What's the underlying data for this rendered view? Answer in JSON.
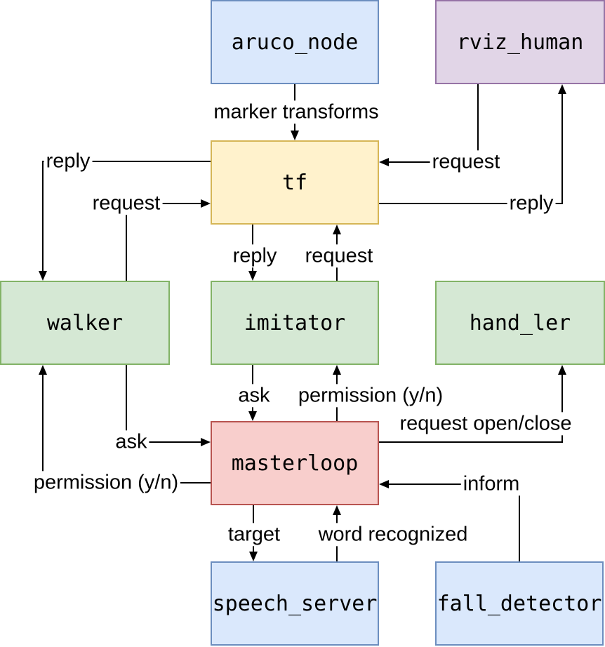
{
  "diagram": {
    "type": "node-communication-diagram",
    "nodes": {
      "aruco_node": {
        "label": "aruco_node",
        "fill": "#dae8fc",
        "stroke": "#6c8ebf"
      },
      "rviz_human": {
        "label": "rviz_human",
        "fill": "#e1d5e7",
        "stroke": "#9673a6"
      },
      "tf": {
        "label": "tf",
        "fill": "#fff2cc",
        "stroke": "#d6b656"
      },
      "walker": {
        "label": "walker",
        "fill": "#d5e8d4",
        "stroke": "#82b366"
      },
      "imitator": {
        "label": "imitator",
        "fill": "#d5e8d4",
        "stroke": "#82b366"
      },
      "hand_ler": {
        "label": "hand_ler",
        "fill": "#d5e8d4",
        "stroke": "#82b366"
      },
      "masterloop": {
        "label": "masterloop",
        "fill": "#f8cecc",
        "stroke": "#b85450"
      },
      "speech_server": {
        "label": "speech_server",
        "fill": "#dae8fc",
        "stroke": "#6c8ebf"
      },
      "fall_detector": {
        "label": "fall_detector",
        "fill": "#dae8fc",
        "stroke": "#6c8ebf"
      }
    },
    "edges": {
      "marker_transforms": {
        "label": "marker transforms",
        "from": "aruco_node",
        "to": "tf"
      },
      "rviz_request": {
        "label": "request",
        "from": "rviz_human",
        "to": "tf"
      },
      "tf_walker_reply": {
        "label": "reply",
        "from": "tf",
        "to": "walker"
      },
      "walker_request": {
        "label": "request",
        "from": "walker",
        "to": "tf"
      },
      "tf_imitator_reply": {
        "label": "reply",
        "from": "tf",
        "to": "imitator"
      },
      "imitator_request": {
        "label": "request",
        "from": "imitator",
        "to": "tf"
      },
      "tf_rviz_reply": {
        "label": "reply",
        "from": "tf",
        "to": "rviz_human"
      },
      "imitator_ask": {
        "label": "ask",
        "from": "imitator",
        "to": "masterloop"
      },
      "imitator_permission": {
        "label": "permission (y/n)",
        "from": "masterloop",
        "to": "imitator"
      },
      "walker_ask": {
        "label": "ask",
        "from": "walker",
        "to": "masterloop"
      },
      "walker_permission": {
        "label": "permission (y/n)",
        "from": "masterloop",
        "to": "walker"
      },
      "request_open_close": {
        "label": "request open/close",
        "from": "masterloop",
        "to": "hand_ler"
      },
      "inform": {
        "label": "inform",
        "from": "fall_detector",
        "to": "masterloop"
      },
      "target": {
        "label": "target",
        "from": "masterloop",
        "to": "speech_server"
      },
      "word_recognized": {
        "label": "word recognized",
        "from": "speech_server",
        "to": "masterloop"
      }
    },
    "line_color": "#000000"
  }
}
